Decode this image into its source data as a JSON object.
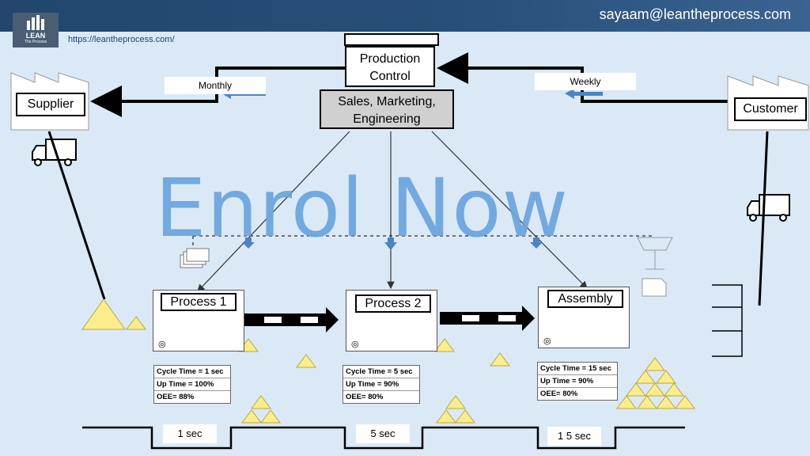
{
  "header": {
    "email": "sayaam@leantheprocess.com",
    "url": "https://leantheprocess.com/"
  },
  "logo": {
    "text": "LEAN",
    "subtext": "The Process"
  },
  "control": {
    "production_label": "Production Control",
    "sales_label": "Sales, Marketing, Engineering"
  },
  "supplier": {
    "label": "Supplier"
  },
  "customer": {
    "label": "Customer"
  },
  "frequency": {
    "monthly": "Monthly",
    "weekly": "Weekly"
  },
  "overlay": {
    "text": "Enrol Now"
  },
  "processes": [
    {
      "name": "Process 1",
      "metrics": [
        "Cycle Time = 1 sec",
        "Up Time = 100%",
        "OEE= 88%"
      ],
      "time": "1 sec"
    },
    {
      "name": "Process 2",
      "metrics": [
        "Cycle Time = 5 sec",
        "Up Time = 90%",
        "OEE= 80%"
      ],
      "time": "5 sec"
    },
    {
      "name": "Assembly",
      "metrics": [
        "Cycle Time = 15 sec",
        "Up Time = 90%",
        "OEE= 80%"
      ],
      "time": "1 5 sec"
    }
  ],
  "colors": {
    "header": "#27507a",
    "overlay": "#6aa4df",
    "inventory": "#fbee8a",
    "background": "#dbe9f6"
  }
}
